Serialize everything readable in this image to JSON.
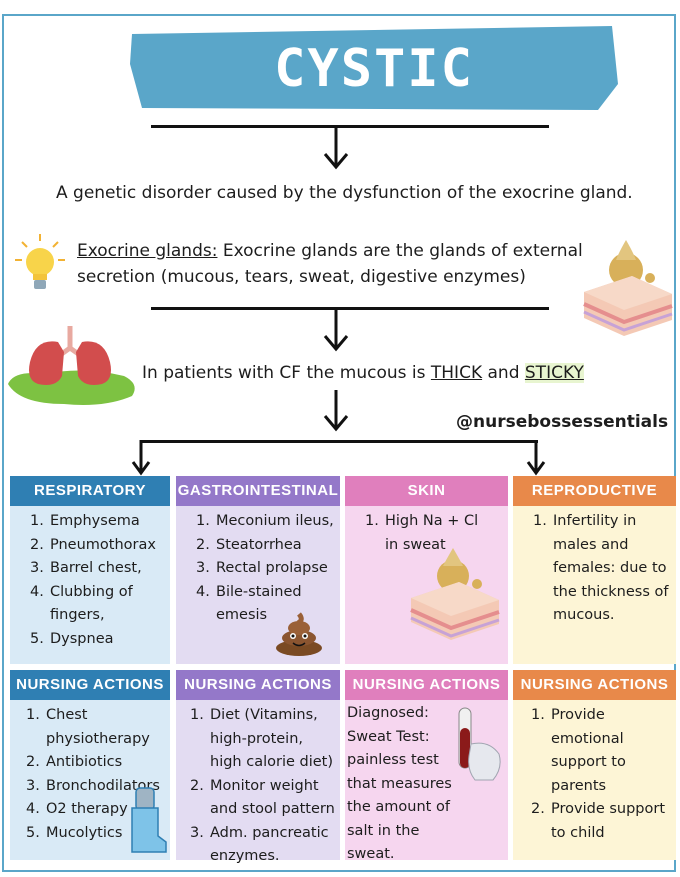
{
  "title": "CYSTIC FIBROSIS",
  "definition": "A genetic disorder caused by the dysfunction of the exocrine gland.",
  "exocrine": {
    "label": "Exocrine glands:",
    "line1": " Exocrine glands are the glands of external",
    "line2": "secretion (mucous, tears, sweat, digestive enzymes)"
  },
  "mucous": {
    "prefix": "In patients with CF the mucous is ",
    "thick": "THICK",
    "and": " and ",
    "sticky": "STICKY"
  },
  "handle": "@nursebossessentials",
  "colors": {
    "respiratory": "#2f7fb3",
    "gastro": "#9478c9",
    "skin": "#e07fbd",
    "reproductive": "#e8894a",
    "respiratory_bg": "#d9eaf6",
    "gastro_bg": "#e3dcf2",
    "skin_bg": "#f6d6ef",
    "reproductive_bg": "#fdf5d6",
    "title_banner": "#5aa6c9"
  },
  "columns": {
    "respiratory": {
      "header": "RESPIRATORY",
      "items": [
        "Emphysema",
        "Pneumothorax",
        "Barrel chest,",
        "Clubbing of fingers,",
        "Dyspnea"
      ]
    },
    "gastro": {
      "header": "GASTROINTESTINAL",
      "items": [
        "Meconium ileus,",
        "Steatorrhea",
        "Rectal prolapse",
        "Bile-stained emesis"
      ]
    },
    "skin": {
      "header": "SKIN",
      "items": [
        "High Na + Cl in sweat"
      ]
    },
    "reproductive": {
      "header": "REPRODUCTIVE",
      "items": [
        "Infertility in males and females:  due to the thickness of mucous."
      ]
    }
  },
  "nursing": {
    "header": "NURSING  ACTIONS",
    "respiratory": [
      "Chest physiotherapy",
      "Antibiotics",
      "Bronchodilators",
      "O2 therapy",
      "Mucolytics"
    ],
    "gastro": [
      "Diet (Vitamins, high-protein, high calorie diet)",
      "Monitor weight and stool pattern",
      "Adm. pancreatic enzymes."
    ],
    "skin_text": "Diagnosed: Sweat Test: painless test that measures the amount of salt in the sweat.",
    "reproductive": [
      "Provide emotional support to parents",
      "Provide support to child"
    ]
  },
  "icons": [
    "lightbulb-icon",
    "skin-layers-icon",
    "lungs-icon",
    "poop-icon",
    "test-tube-icon",
    "inhaler-icon"
  ]
}
